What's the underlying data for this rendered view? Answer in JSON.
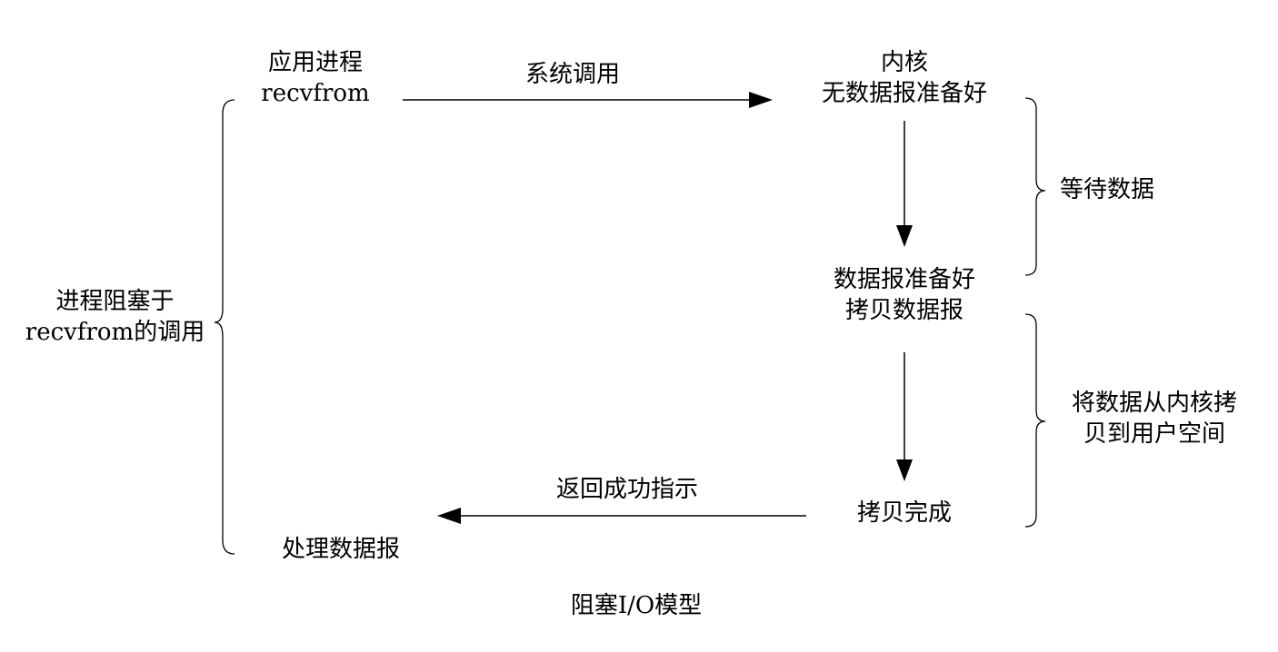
{
  "app_process": {
    "line1": "应用进程",
    "line2": "recvfrom"
  },
  "syscall_label": "系统调用",
  "kernel": {
    "line1": "内核",
    "line2": "无数据报准备好"
  },
  "wait_label": "等待数据",
  "ready": {
    "line1": "数据报准备好",
    "line2": "拷贝数据报"
  },
  "copy_label": {
    "line1": "将数据从内核拷",
    "line2": "贝到用户空间"
  },
  "copy_done": "拷贝完成",
  "return_label": "返回成功指示",
  "process_data": "处理数据报",
  "blocked": {
    "line1": "进程阻塞于",
    "line2": "recvfrom的调用"
  },
  "caption": "阻塞I/O模型"
}
